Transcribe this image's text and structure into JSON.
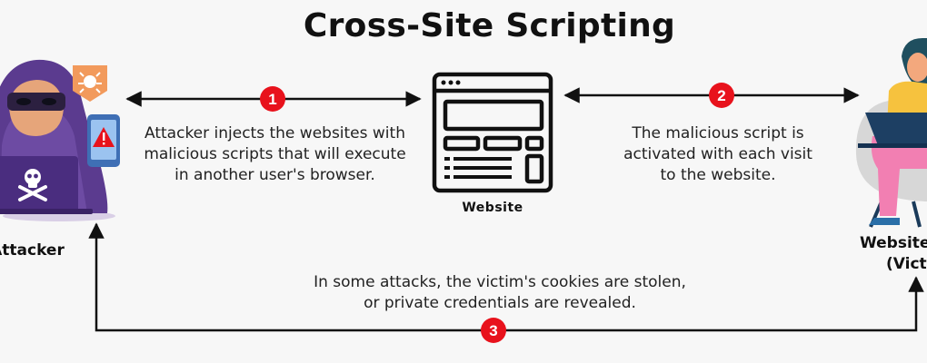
{
  "title": "Cross-Site Scripting",
  "nodes": {
    "attacker_label": "Attacker",
    "website_label": "Website",
    "victim_label_line1": "Website",
    "victim_label_line2": "(Victi"
  },
  "steps": [
    {
      "number": "1",
      "lines": [
        "Attacker injects the websites with",
        "malicious scripts that will execute",
        "in another user's browser."
      ]
    },
    {
      "number": "2",
      "lines": [
        "The malicious script is",
        "activated with each visit",
        "to the website."
      ]
    },
    {
      "number": "3",
      "lines": [
        "In some attacks, the victim's cookies are stolen,",
        "or private credentials are revealed."
      ]
    }
  ],
  "colors": {
    "badge": "#e8121c",
    "hood": "#5b3b8f",
    "laptop": "#4a2d7f",
    "victim_pants": "#f27fb2",
    "victim_shirt": "#f6c23e",
    "victim_chair": "#d7d7d7",
    "line": "#111111"
  },
  "icons": [
    "skull-icon",
    "bug-icon",
    "warning-icon",
    "website-icon"
  ]
}
